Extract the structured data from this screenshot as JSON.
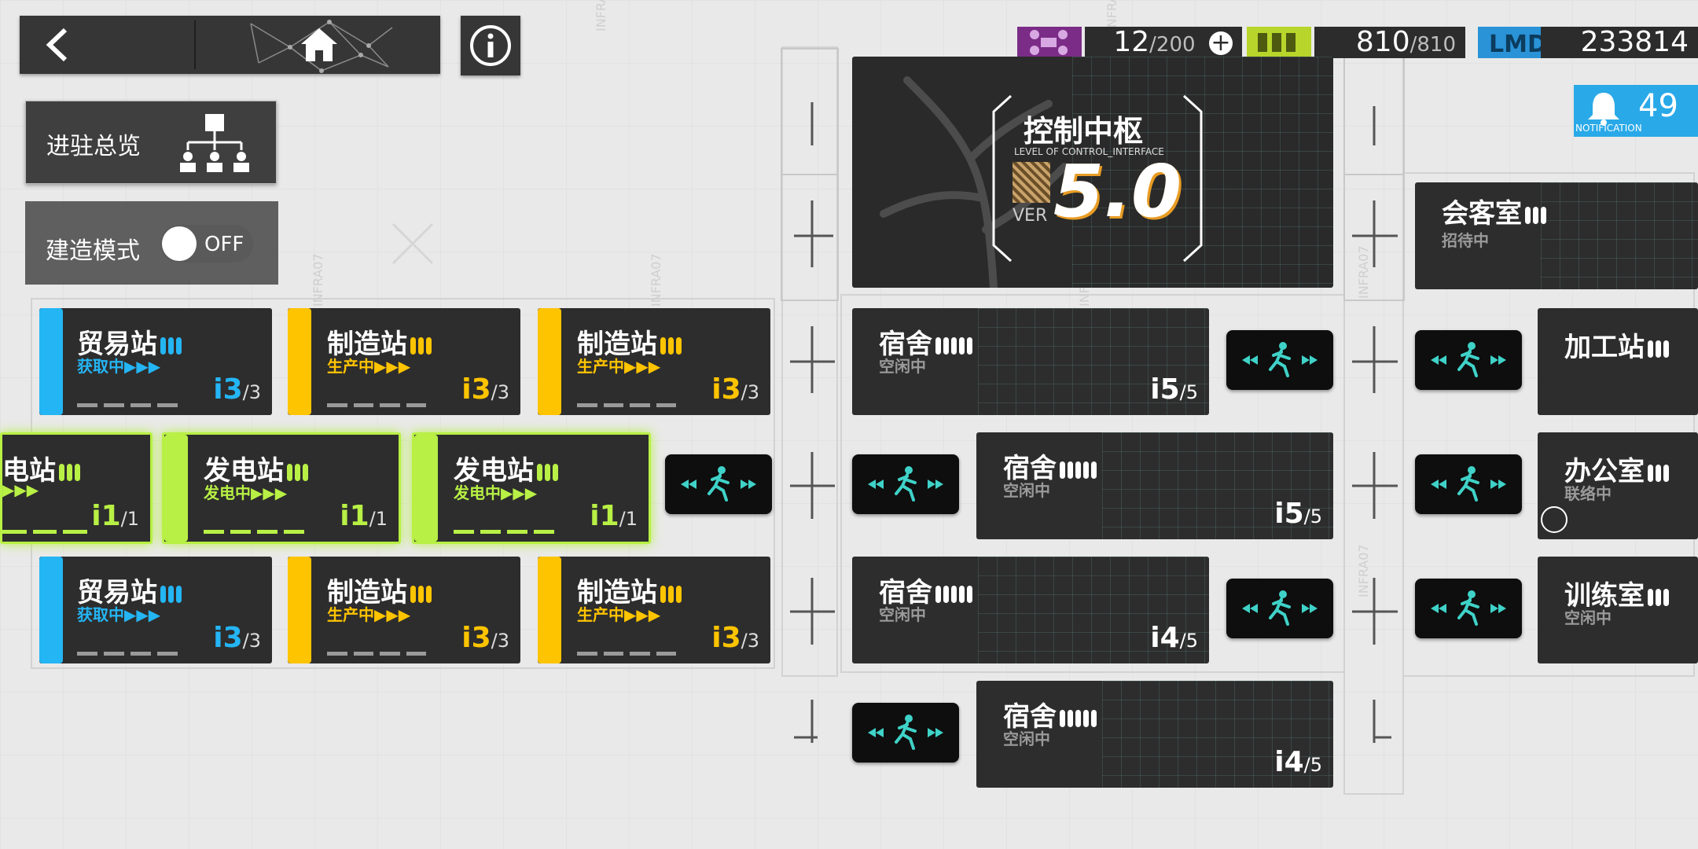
{
  "top_bar": {
    "back_label": "<",
    "home_icon": "home-icon",
    "info_label": "i"
  },
  "resources": {
    "drones": {
      "current": "12",
      "max": "/200",
      "icon": "drone-icon",
      "color": "#7b2c87"
    },
    "power": {
      "current": "810",
      "max": "/810",
      "icon": "battery-icon",
      "color": "#b7d52b"
    },
    "lmd": {
      "current": "233814",
      "icon": "lmd-icon",
      "color": "#2a93d8"
    }
  },
  "notification": {
    "count": "49",
    "label": "NOTIFICATION"
  },
  "left_panel": {
    "overview_label": "进驻总览",
    "build_mode_label": "建造模式",
    "build_toggle": "OFF"
  },
  "control_center": {
    "title": "控制中枢",
    "subtitle": "LEVEL OF CONTROL_INTERFACE",
    "ver_label": "VER",
    "version": "5.0"
  },
  "colors": {
    "trade": "#24b5f4",
    "factory": "#ffc400",
    "power": "#b8f045"
  },
  "rooms": {
    "trade1": {
      "name": "贸易站",
      "status": "获取中▶▶▶",
      "count": "3",
      "cap": "/3"
    },
    "factory1": {
      "name": "制造站",
      "status": "生产中▶▶▶",
      "count": "3",
      "cap": "/3"
    },
    "factory2": {
      "name": "制造站",
      "status": "生产中▶▶▶",
      "count": "3",
      "cap": "/3"
    },
    "power0": {
      "name": "电站",
      "status": "▶▶▶",
      "count": "1",
      "cap": "/1"
    },
    "power1": {
      "name": "发电站",
      "status": "发电中▶▶▶",
      "count": "1",
      "cap": "/1"
    },
    "power2": {
      "name": "发电站",
      "status": "发电中▶▶▶",
      "count": "1",
      "cap": "/1"
    },
    "trade2": {
      "name": "贸易站",
      "status": "获取中▶▶▶",
      "count": "3",
      "cap": "/3"
    },
    "factory3": {
      "name": "制造站",
      "status": "生产中▶▶▶",
      "count": "3",
      "cap": "/3"
    },
    "factory4": {
      "name": "制造站",
      "status": "生产中▶▶▶",
      "count": "3",
      "cap": "/3"
    },
    "dorm1": {
      "name": "宿舍",
      "status": "空闲中",
      "count": "5",
      "cap": "/5"
    },
    "dorm2": {
      "name": "宿舍",
      "status": "空闲中",
      "count": "5",
      "cap": "/5"
    },
    "dorm3": {
      "name": "宿舍",
      "status": "空闲中",
      "count": "4",
      "cap": "/5"
    },
    "dorm4": {
      "name": "宿舍",
      "status": "空闲中",
      "count": "4",
      "cap": "/5"
    },
    "reception": {
      "name": "会客室",
      "status": "招待中"
    },
    "workshop": {
      "name": "加工站"
    },
    "office": {
      "name": "办公室",
      "status": "联络中"
    },
    "training": {
      "name": "训练室",
      "status": "空闲中"
    }
  },
  "watermark": "INFRA07"
}
